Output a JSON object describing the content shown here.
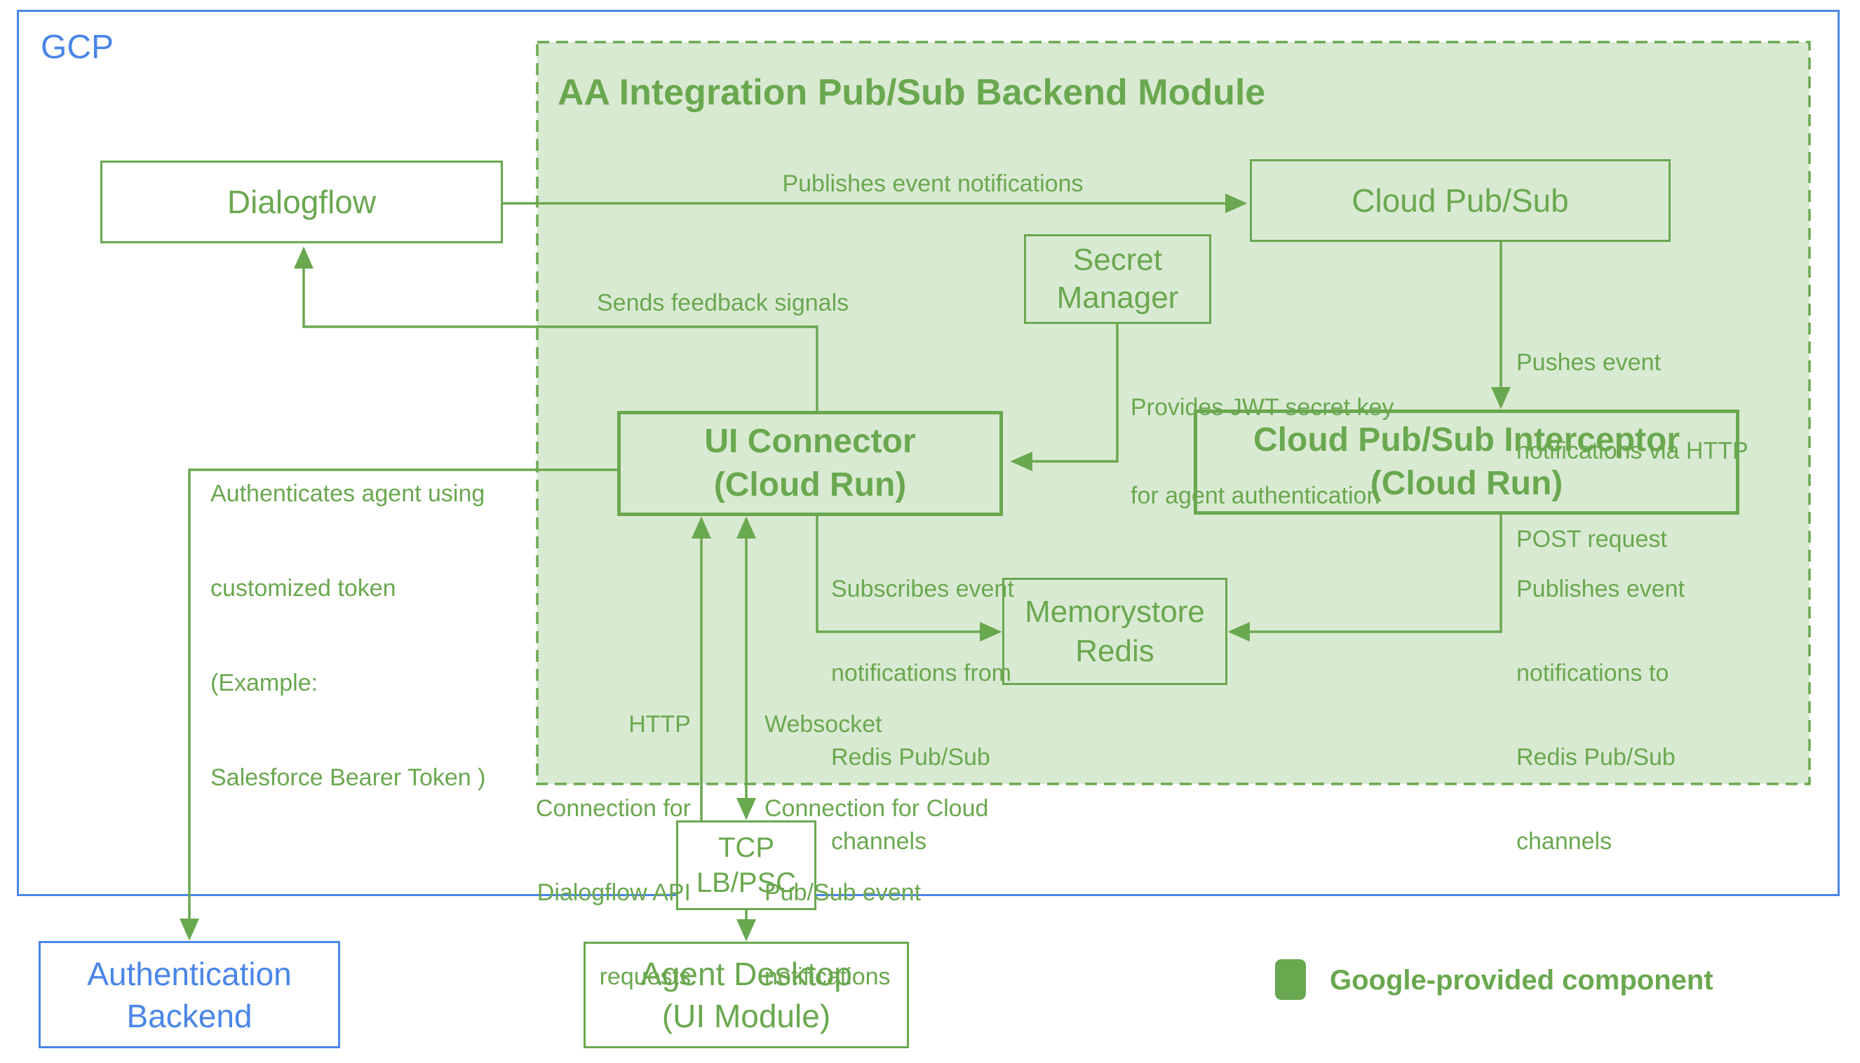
{
  "gcp": {
    "label": "GCP"
  },
  "module": {
    "title": "AA Integration Pub/Sub Backend Module"
  },
  "nodes": {
    "dialogflow": {
      "label": "Dialogflow"
    },
    "cloud_pubsub": {
      "label": "Cloud Pub/Sub"
    },
    "secret_manager": {
      "lines": [
        "Secret",
        "Manager"
      ]
    },
    "ui_connector": {
      "lines": [
        "UI Connector",
        "(Cloud Run)"
      ]
    },
    "interceptor": {
      "lines": [
        "Cloud Pub/Sub Interceptor",
        "(Cloud Run)"
      ]
    },
    "memorystore": {
      "lines": [
        "Memorystore",
        "Redis"
      ]
    },
    "tcp_lb": {
      "lines": [
        "TCP",
        "LB/PSC"
      ]
    },
    "auth_backend": {
      "lines": [
        "Authentication",
        "Backend"
      ]
    },
    "agent_desktop": {
      "lines": [
        "Agent Desktop",
        "(UI Module)"
      ]
    }
  },
  "edges": {
    "publish": {
      "from": "Dialogflow",
      "to": "Cloud Pub/Sub",
      "label": "Publishes event notifications"
    },
    "feedback": {
      "from": "UI Connector (Cloud Run)",
      "to": "Dialogflow",
      "label": "Sends feedback signals"
    },
    "jwt": {
      "from": "Secret Manager",
      "to": "UI Connector (Cloud Run)",
      "lines": [
        "Provides JWT secret key",
        "for agent authentication"
      ]
    },
    "push": {
      "from": "Cloud Pub/Sub",
      "to": "Cloud Pub/Sub Interceptor (Cloud Run)",
      "lines": [
        "Pushes event",
        "notifications via HTTP",
        "POST request"
      ]
    },
    "auth": {
      "from": "UI Connector (Cloud Run)",
      "to": "Authentication Backend",
      "lines": [
        "Authenticates agent using",
        "customized token",
        "(Example:",
        "Salesforce Bearer Token )"
      ]
    },
    "subscribe": {
      "from": "UI Connector (Cloud Run)",
      "to": "Memorystore Redis",
      "lines": [
        "Subscribes event",
        "notifications from",
        "Redis Pub/Sub",
        "channels"
      ]
    },
    "redis_publish": {
      "from": "Cloud Pub/Sub Interceptor (Cloud Run)",
      "to": "Memorystore Redis",
      "lines": [
        "Publishes event",
        "notifications to",
        "Redis Pub/Sub",
        "channels"
      ]
    },
    "http": {
      "from": "TCP LB/PSC",
      "to": "UI Connector (Cloud Run)",
      "lines": [
        "HTTP",
        "Connection for",
        "Dialogflow API",
        "requests"
      ]
    },
    "websocket": {
      "from": "UI Connector (Cloud Run)",
      "to": "TCP LB/PSC",
      "lines": [
        "Websocket",
        "Connection for Cloud",
        "Pub/Sub event",
        "notifications"
      ]
    },
    "tcp_to_desktop": {
      "from": "TCP LB/PSC",
      "to": "Agent Desktop (UI Module)"
    }
  },
  "legend": {
    "label": "Google-provided component"
  },
  "colors": {
    "green": "#6aa84f",
    "green_fill": "#d9ead3",
    "blue": "#4a86e8",
    "background": "#ffffff"
  }
}
